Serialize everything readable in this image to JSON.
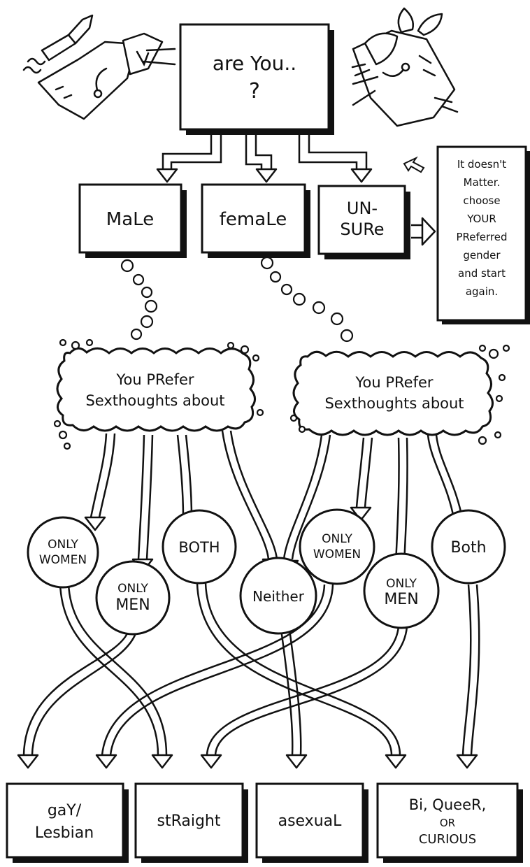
{
  "top": {
    "line1": "are You..",
    "line2": "?"
  },
  "genders": [
    {
      "id": "male",
      "lines": [
        "MaLe"
      ]
    },
    {
      "id": "female",
      "lines": [
        "femaLe"
      ]
    },
    {
      "id": "unsure",
      "lines": [
        "UN-",
        "SURe"
      ]
    }
  ],
  "note": {
    "lines": [
      "It doesn't",
      "Matter.",
      "choose",
      "YOUR",
      "PReferred",
      "gender",
      "and start",
      "again."
    ]
  },
  "clouds": [
    {
      "id": "male",
      "lines": [
        "You PRefer",
        "Sexthoughts about"
      ]
    },
    {
      "id": "female",
      "lines": [
        "You PRefer",
        "Sexthoughts about"
      ]
    }
  ],
  "choices": [
    {
      "id": "male-only-women",
      "lines": [
        "ONLY",
        "WOMEN"
      ]
    },
    {
      "id": "male-only-men",
      "lines": [
        "ONLY",
        "MEN"
      ]
    },
    {
      "id": "male-both",
      "lines": [
        "BOTH"
      ]
    },
    {
      "id": "neither",
      "lines": [
        "Neither"
      ]
    },
    {
      "id": "female-only-women",
      "lines": [
        "ONLY",
        "WOMEN"
      ]
    },
    {
      "id": "female-only-men",
      "lines": [
        "ONLY",
        "MEN"
      ]
    },
    {
      "id": "female-both",
      "lines": [
        "Both"
      ]
    }
  ],
  "outcomes": [
    {
      "id": "gay-lesbian",
      "lines": [
        "gaY/",
        "Lesbian"
      ]
    },
    {
      "id": "straight",
      "lines": [
        "stRaight"
      ]
    },
    {
      "id": "asexual",
      "lines": [
        "asexuaL"
      ]
    },
    {
      "id": "bi-queer-curious",
      "lines": [
        "Bi, QueeR,",
        "OR",
        "CURIOUS"
      ]
    }
  ]
}
